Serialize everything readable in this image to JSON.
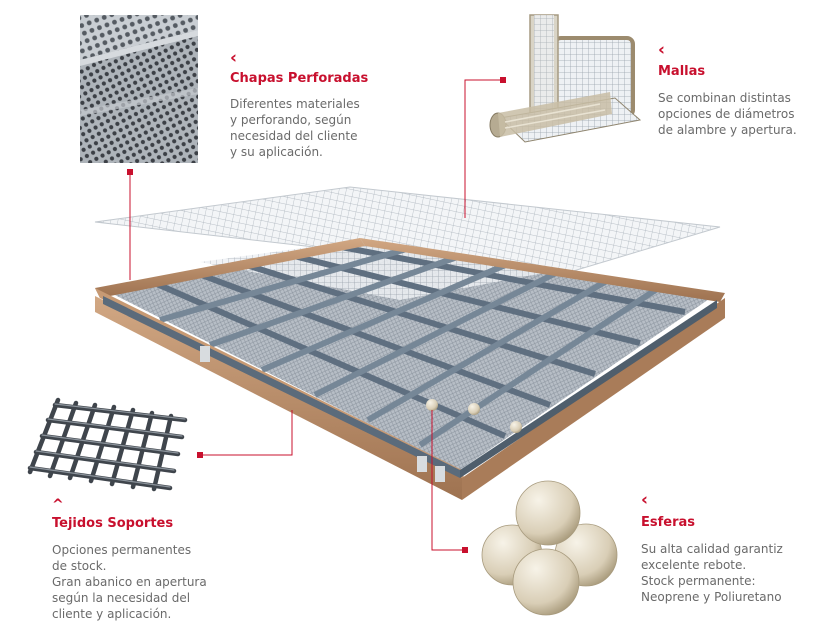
{
  "colors": {
    "accent": "#c8102e",
    "text": "#6a6a6a",
    "frame": "#b98a66",
    "steel": "#6f7f8f"
  },
  "callouts": {
    "chapas": {
      "chevron": "‹",
      "title": "Chapas Perforadas",
      "lines": [
        "Diferentes materiales",
        "y perforando,  según",
        "necesidad del cliente",
        "y su aplicación."
      ]
    },
    "mallas": {
      "chevron": "‹",
      "title": "Mallas",
      "lines": [
        "Se combinan distintas",
        "opciones de diámetros",
        "de alambre y apertura."
      ]
    },
    "tejidos": {
      "chevron": "^",
      "title": "Tejidos Soportes",
      "lines": [
        "Opciones permanentes",
        "de stock.",
        "Gran abanico en apertura",
        "según la necesidad del",
        "cliente y aplicación."
      ]
    },
    "esferas": {
      "chevron": "‹",
      "title": "Esferas",
      "lines": [
        "Su alta calidad garantiz",
        "excelente rebote.",
        "Stock permanente:",
        "Neoprene y Poliuretano"
      ]
    }
  },
  "images": {
    "perforated_sheet": "perforated-sheet-photo",
    "mesh_rolls": "mesh-rolls-photo",
    "woven_support": "woven-support-mesh",
    "balls": "rubber-balls",
    "sieve_frame": "sieve-frame-assembly"
  }
}
